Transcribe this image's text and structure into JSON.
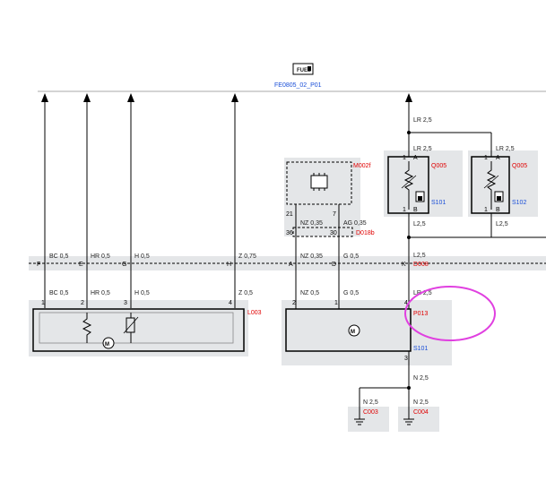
{
  "header": {
    "badge": "FUEL",
    "page_ref": "FE0805_02_P01"
  },
  "wires": {
    "lr25_top": "LR 2,5",
    "lr25_left": "LR 2,5",
    "lr25_right": "LR 2,5",
    "l25_left": "L2,5",
    "l25_right": "L2,5",
    "l25_mid": "L2,5",
    "bc05_a": "BC 0,5",
    "bc05_b": "BC 0,5",
    "hr05_a": "HR 0,5",
    "hr05_b": "HR 0,5",
    "h05_a": "H 0,5",
    "h05_b": "H 0,5",
    "z075": "Z 0,75",
    "z05": "Z 0,5",
    "nz035_top": "NZ 0,35",
    "ag035": "AG 0,35",
    "nz035_mid": "NZ 0,35",
    "nz05": "NZ 0,5",
    "g05_a": "G 0,5",
    "g05_b": "G 0,5",
    "lr25_p013": "LR 2,5",
    "n25_main": "N 2,5",
    "n25_left": "N 2,5",
    "n25_right": "N 2,5"
  },
  "components": {
    "q005_left": "Q005",
    "q005_right": "Q005",
    "s101_left": "S101",
    "s102": "S102",
    "m002f": "M002f",
    "d018b": "D018b",
    "d008": "D008",
    "l003": "L003",
    "p013": "P013",
    "s101_bottom": "S101",
    "c003": "C003",
    "c004": "C004"
  },
  "connector_row": [
    "F",
    "E",
    "G",
    "H",
    "A",
    "D",
    "K"
  ],
  "pins": {
    "l003": [
      "1",
      "2",
      "3",
      "4"
    ],
    "p013": [
      "2",
      "1",
      "4"
    ],
    "p013_bottom": "3",
    "m002f": [
      "21",
      "7"
    ],
    "d018b": [
      "36",
      "30"
    ],
    "q005_left_top": "1",
    "q005_left_top_letter": "A",
    "q005_left_bot": "1",
    "q005_left_bot_letter": "B",
    "q005_right_top": "1",
    "q005_right_top_letter": "A",
    "q005_right_bot": "1",
    "q005_right_bot_letter": "B"
  },
  "colors": {
    "component_label": "#e00000",
    "splice_label": "#1a4fd8",
    "highlight": "#e040e0",
    "panel_shade": "#e4e6e8"
  }
}
